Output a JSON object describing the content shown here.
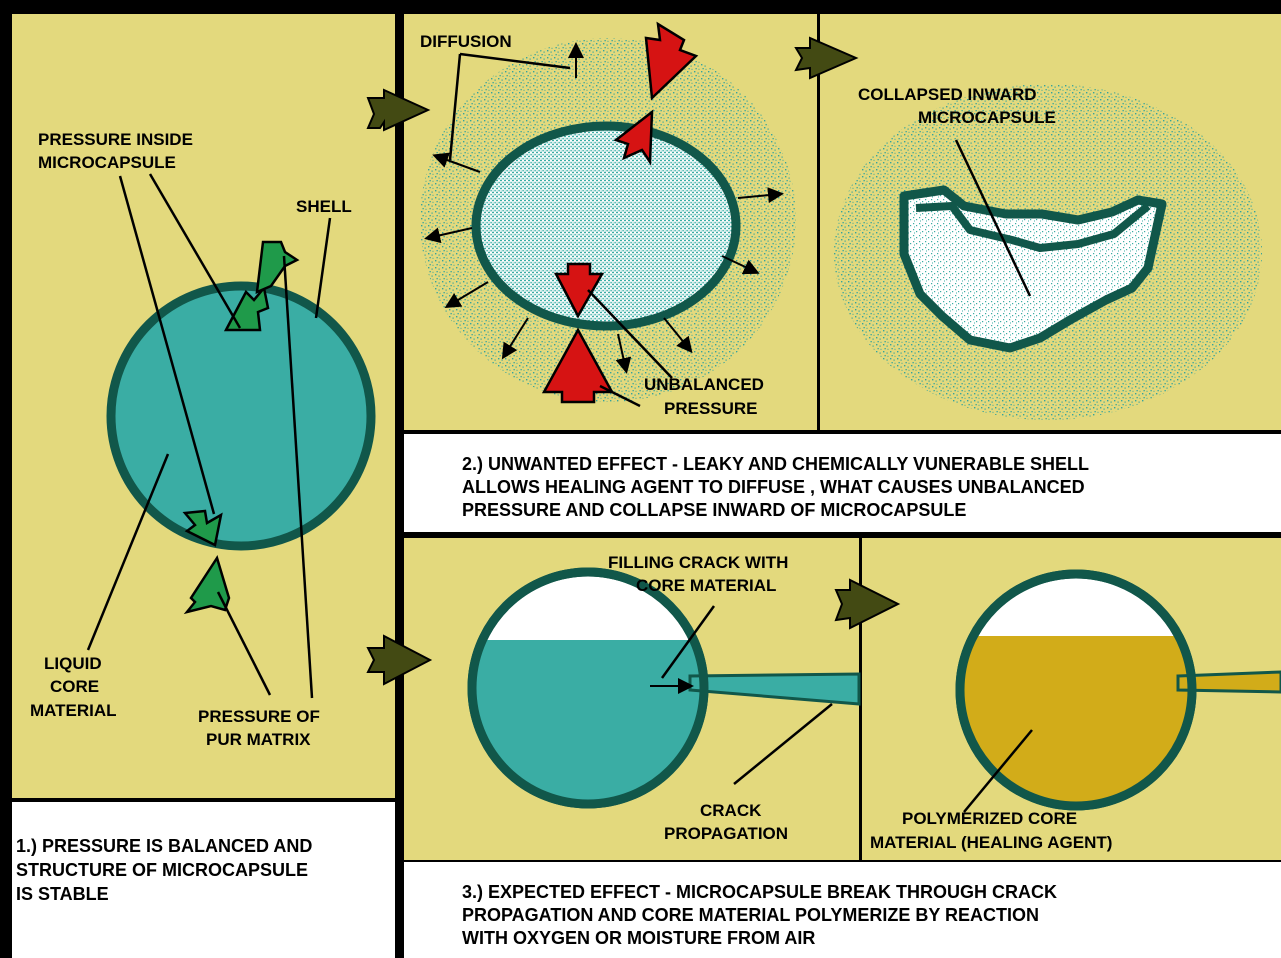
{
  "colors": {
    "panel_bg": "#e3d97d",
    "border": "#000000",
    "teal_fill": "#3aada4",
    "shell": "#11574a",
    "white": "#ffffff",
    "green_arrow": "#1f9a4a",
    "red_arrow": "#d61313",
    "flow_arrow": "#434a13",
    "polymer": "#d2ac19",
    "speckle": "#36a39b"
  },
  "panel1": {
    "labels": {
      "pressure_inside_1": "PRESSURE INSIDE",
      "pressure_inside_2": "MICROCAPSULE",
      "shell": "SHELL",
      "liquid_1": "LIQUID",
      "liquid_2": "CORE",
      "liquid_3": "MATERIAL",
      "pur_1": "PRESSURE OF",
      "pur_2": "PUR MATRIX"
    },
    "caption": [
      "1.) PRESSURE IS BALANCED AND",
      "STRUCTURE OF MICROCAPSULE",
      "IS STABLE"
    ]
  },
  "panel2": {
    "labels": {
      "diffusion": "DIFFUSION",
      "unbalanced_1": "UNBALANCED",
      "unbalanced_2": "PRESSURE",
      "collapsed_1": "COLLAPSED INWARD",
      "collapsed_2": "MICROCAPSULE"
    },
    "caption": [
      "2.) UNWANTED EFFECT -  LEAKY AND CHEMICALLY VUNERABLE SHELL",
      "ALLOWS HEALING AGENT TO DIFFUSE , WHAT CAUSES UNBALANCED",
      "PRESSURE AND COLLAPSE INWARD OF MICROCAPSULE"
    ]
  },
  "panel3": {
    "labels": {
      "filling_1": "FILLING CRACK WITH",
      "filling_2": "CORE MATERIAL",
      "crack_1": "CRACK",
      "crack_2": "PROPAGATION",
      "polymerized_1": "POLYMERIZED CORE",
      "polymerized_2": "MATERIAL (HEALING AGENT)"
    },
    "caption": [
      "3.) EXPECTED EFFECT - MICROCAPSULE BREAK THROUGH CRACK",
      "PROPAGATION AND CORE MATERIAL POLYMERIZE BY REACTION",
      "WITH OXYGEN OR MOISTURE FROM AIR"
    ]
  }
}
